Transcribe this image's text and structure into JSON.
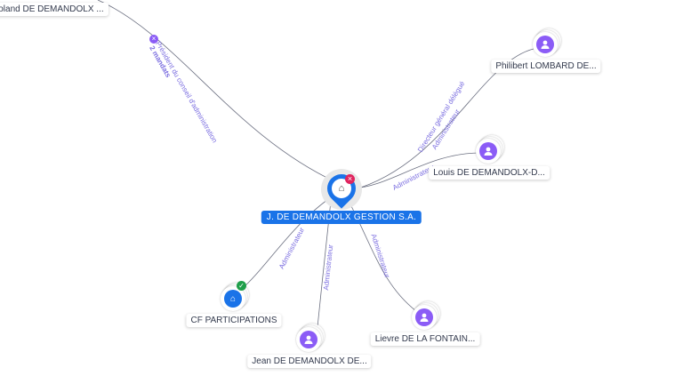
{
  "center": {
    "label": "J. DE DEMANDOLX GESTION S.A.",
    "icon": "company-icon",
    "badge": "close-icon"
  },
  "nodes": [
    {
      "label": "Roland DE DEMANDOLX ...",
      "display": "oland DE DEMANDOLX ..."
    },
    {
      "label": "Philibert LOMBARD DE..."
    },
    {
      "label": "Louis DE DEMANDOLX-D..."
    },
    {
      "label": "CF PARTICIPATIONS"
    },
    {
      "label": "Jean DE DEMANDOLX DE..."
    },
    {
      "label": "Lievre DE LA FONTAIN..."
    }
  ],
  "edges": {
    "roland": "Président du conseil d'administration",
    "roland_count": "2 mandats",
    "philibert_1": "Directeur général délégué",
    "philibert_2": "Administrateur",
    "louis": "Administrateur",
    "cf": "Administrateur",
    "jean": "Administrateur",
    "lievre": "Administrateur"
  },
  "colors": {
    "accent": "#1a73e8",
    "person": "#8b5cf6",
    "edge_label": "#7c6fe0",
    "danger": "#e0245e",
    "ok": "#1e9e4a"
  }
}
